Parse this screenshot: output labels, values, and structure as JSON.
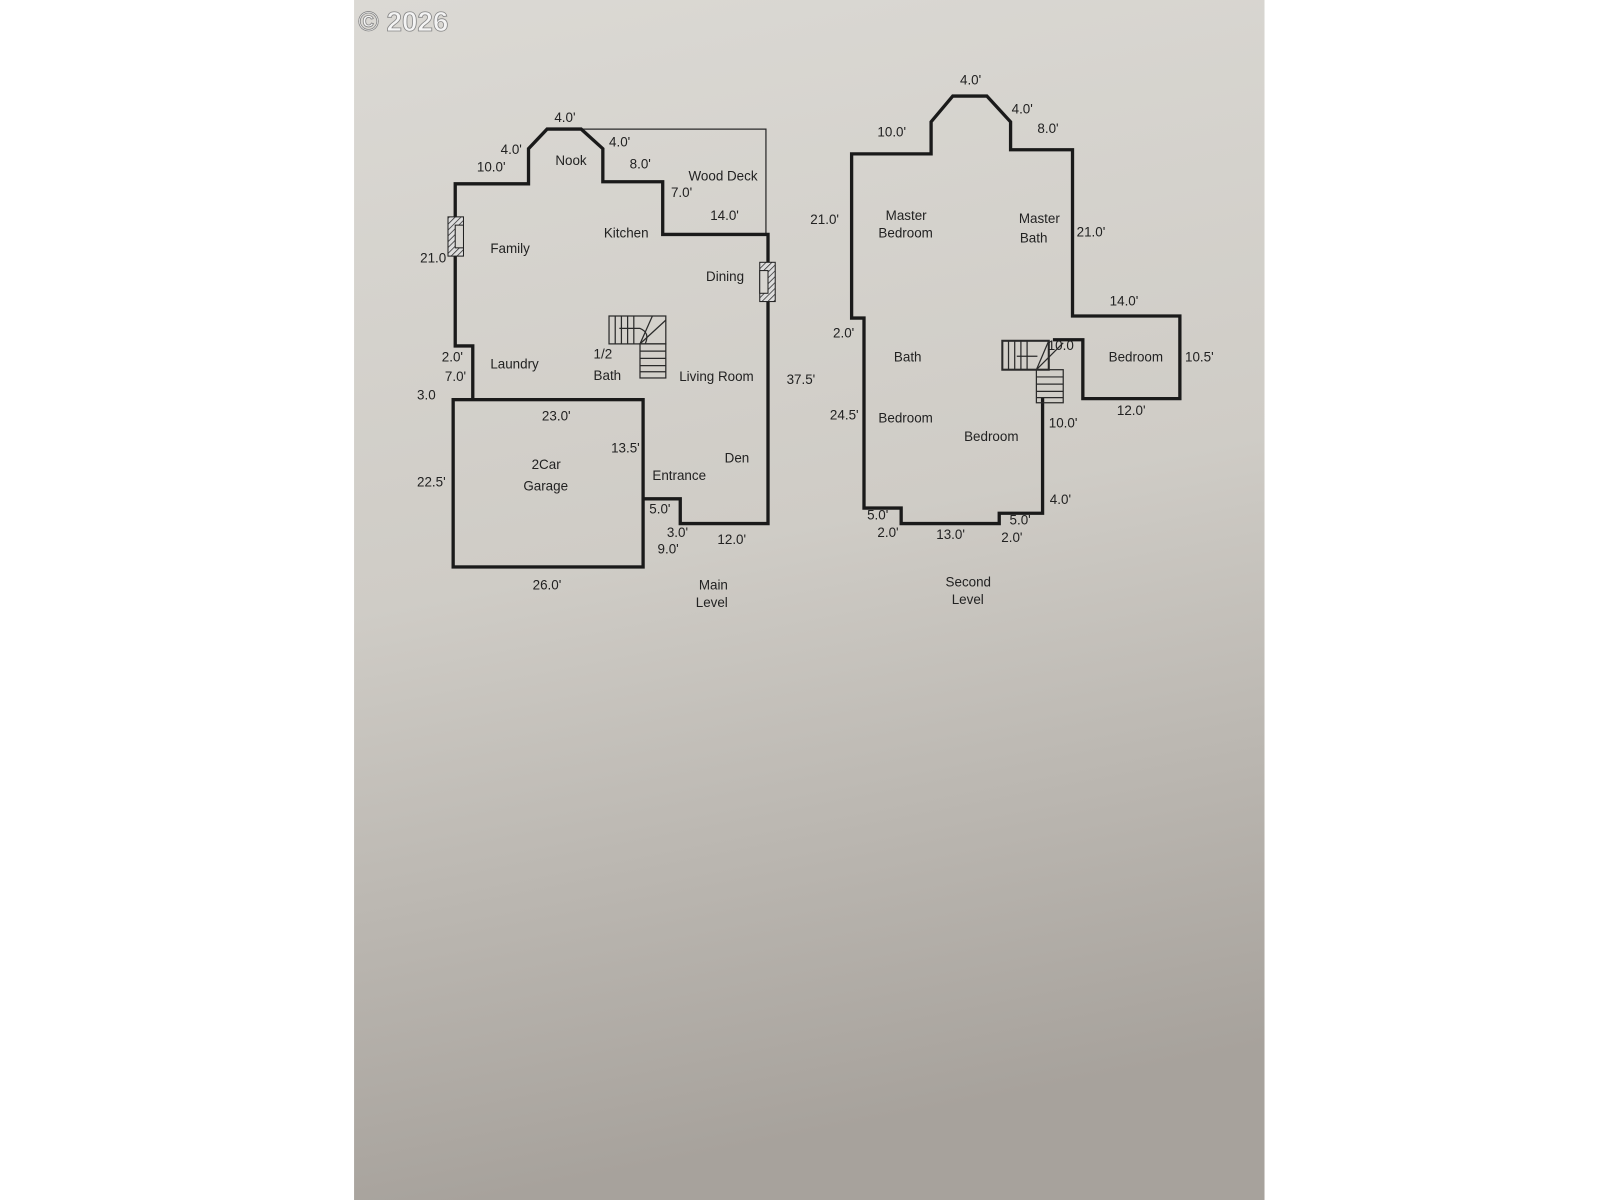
{
  "watermark": "© 2026",
  "colors": {
    "paper_top": "#d9d7d2",
    "paper_bottom": "#a8a39d",
    "ink": "#1a1a1a"
  },
  "main_level": {
    "caption": [
      "Main",
      "Level"
    ],
    "rooms": [
      "Nook",
      "Wood Deck",
      "Kitchen",
      "Family",
      "Dining",
      "Laundry",
      "1/2",
      "Bath",
      "Living Room",
      "2Car",
      "Garage",
      "Den",
      "Entrance"
    ],
    "dimensions": [
      "4.0'",
      "4.0'",
      "10.0'",
      "4.0'",
      "8.0'",
      "7.0'",
      "14.0'",
      "21.0",
      "2.0'",
      "37.5'",
      "3.0",
      "7.0'",
      "23.0'",
      "13.5'",
      "22.5'",
      "5.0'",
      "3.0'",
      "12.0'",
      "9.0'",
      "26.0'"
    ]
  },
  "second_level": {
    "caption": [
      "Second",
      "Level"
    ],
    "rooms": [
      "Master",
      "Bedroom",
      "Master",
      "Bath",
      "Bath",
      "Bedroom",
      "Bedroom",
      "Bedroom"
    ],
    "dimensions": [
      "4.0'",
      "4.0'",
      "10.0'",
      "8.0'",
      "21.0'",
      "21.0'",
      "14.0'",
      "2.0'",
      "10.5'",
      "24.5'",
      "12.0'",
      "10.0'",
      "4.0'",
      "5.0'",
      "2.0'",
      "13.0'",
      "5.0'",
      "2.0'",
      "10.0"
    ]
  }
}
